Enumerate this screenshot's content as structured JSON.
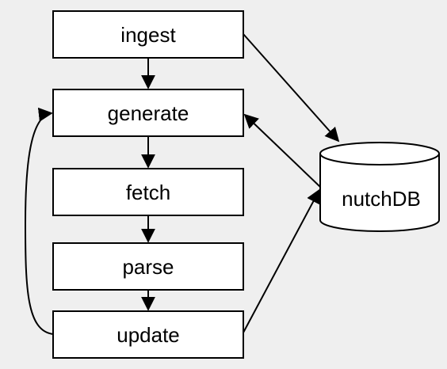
{
  "diagram": {
    "nodes": {
      "ingest": "ingest",
      "generate": "generate",
      "fetch": "fetch",
      "parse": "parse",
      "update": "update",
      "database": "nutchDB"
    },
    "edges": [
      {
        "from": "ingest",
        "to": "generate"
      },
      {
        "from": "generate",
        "to": "fetch"
      },
      {
        "from": "fetch",
        "to": "parse"
      },
      {
        "from": "parse",
        "to": "update"
      },
      {
        "from": "update",
        "to": "generate"
      },
      {
        "from": "ingest",
        "to": "nutchDB"
      },
      {
        "from": "nutchDB",
        "to": "generate"
      },
      {
        "from": "update",
        "to": "nutchDB"
      }
    ],
    "colors": {
      "background": "#efefef",
      "node_fill": "#ffffff",
      "stroke": "#000000"
    }
  }
}
